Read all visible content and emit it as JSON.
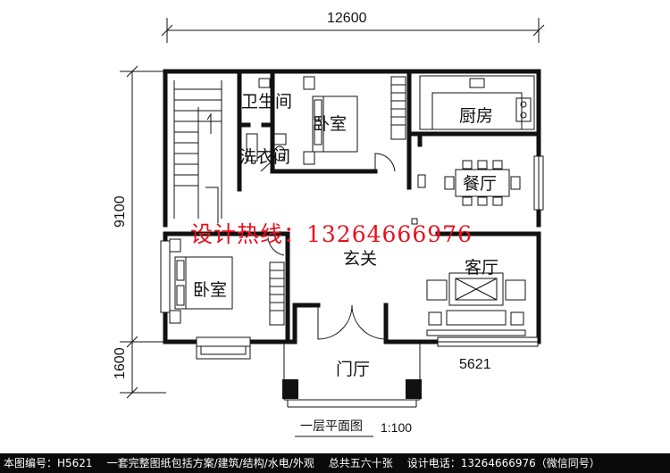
{
  "dimensions": {
    "total_width": "12600",
    "total_depth": "9100",
    "porch_depth": "1600",
    "living_width": "5621"
  },
  "rooms": {
    "bathroom": "卫生间",
    "laundry": "洗衣间",
    "bedroom_top": "卧室",
    "kitchen": "厨房",
    "dining": "餐厅",
    "foyer": "玄关",
    "living": "客厅",
    "bedroom_left": "卧室",
    "entry_hall": "门厅"
  },
  "overlay": {
    "hotline": "设计热线：13264666976"
  },
  "title": {
    "name": "一层平面图",
    "scale": "1:100"
  },
  "footer": {
    "code": "本图编号：H5621",
    "set": "一套完整图纸包括方案/建筑/结构/水电/外观",
    "sheets": "总共五六十张",
    "phone": "设计电话：13264666976（微信同号）"
  }
}
